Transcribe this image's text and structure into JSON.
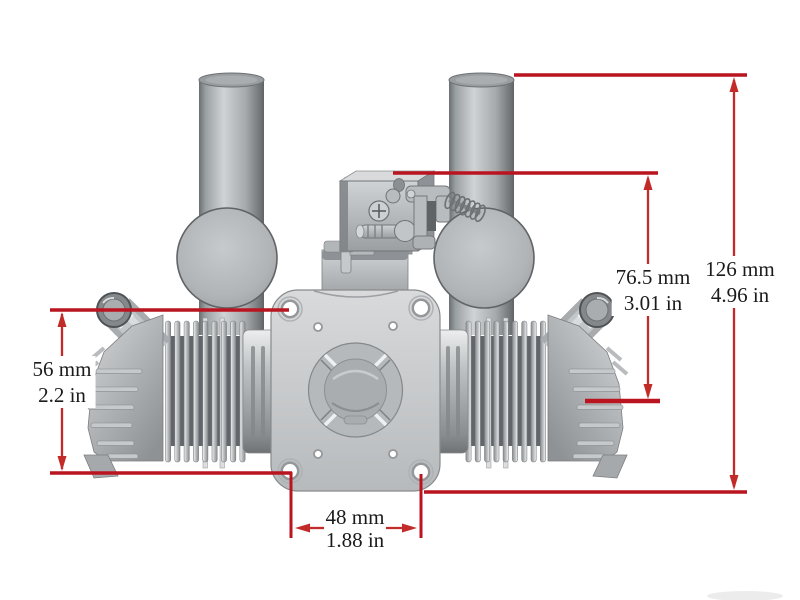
{
  "diagram": {
    "subject": "twin-cylinder engine front view dimension drawing",
    "dimension_line_color": "#b9141f",
    "text_color": "#1b1b1b",
    "dimensions": {
      "overall_height": {
        "mm": "126 mm",
        "inch": "4.96 in"
      },
      "carb_to_crank_height": {
        "mm": "76.5 mm",
        "inch": "3.01 in"
      },
      "cylinder_height": {
        "mm": "56 mm",
        "inch": "2.2 in"
      },
      "mount_hole_spacing": {
        "mm": "48 mm",
        "inch": "1.88 in"
      }
    }
  }
}
